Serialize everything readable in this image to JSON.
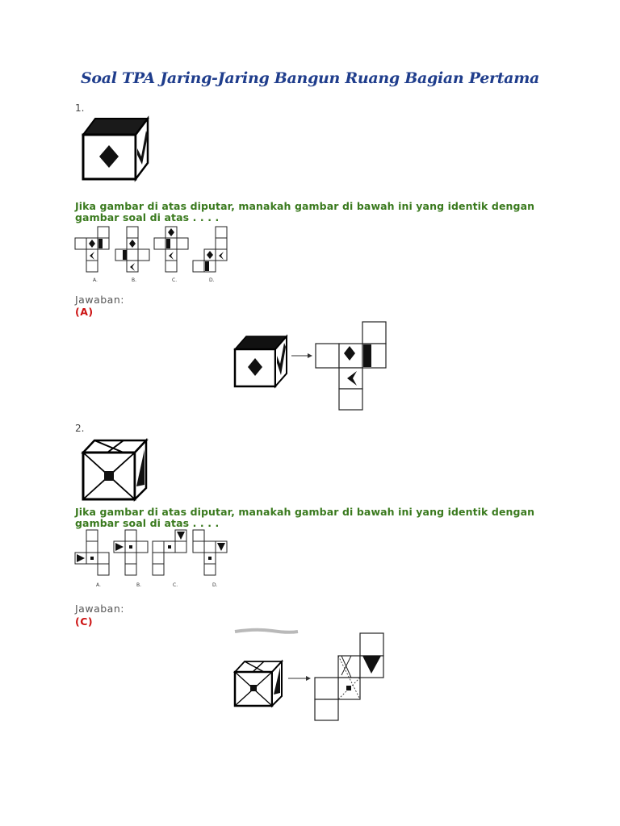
{
  "title": "Soal TPA Jaring-Jaring Bangun Ruang Bagian Pertama",
  "questions": [
    {
      "number": "1.",
      "text": "Jika gambar di atas diputar, manakah gambar di bawah ini yang identik dengan gambar soal di atas . . . .",
      "options": [
        "A.",
        "B.",
        "C.",
        "D."
      ],
      "answer_label": "Jawaban:",
      "answer": "(A)",
      "cube_icon": "cube-diamond-check-icon"
    },
    {
      "number": "2.",
      "text": "Jika gambar di atas diputar, manakah gambar di bawah ini yang identik dengan gambar soal di atas . . . .",
      "options": [
        "A.",
        "B.",
        "C.",
        "D."
      ],
      "answer_label": "Jawaban:",
      "answer": "(C)",
      "cube_icon": "cube-square-triangle-icon"
    }
  ],
  "colors": {
    "title": "#1f3d8c",
    "question": "#3a7a1e",
    "answer": "#cc1111"
  }
}
